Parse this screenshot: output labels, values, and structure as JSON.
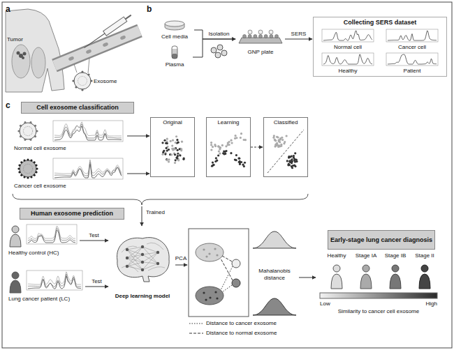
{
  "diagram": {
    "nodes": [
      {
        "text": [
          "Cell media"
        ]
      },
      {
        "text": [
          "Plasma"
        ]
      },
      {
        "text": [
          "GNP plate"
        ]
      },
      {
        "text": [
          "Collecting SERS dataset"
        ]
      },
      {
        "text": [
          "Normal cell"
        ],
        "in": 3
      },
      {
        "text": [
          "Cancer cell"
        ],
        "in": 3
      },
      {
        "text": [
          "Healthy"
        ],
        "in": 3
      },
      {
        "text": [
          "Patient"
        ],
        "in": 3
      },
      {
        "text": [
          "Cell exosome classification"
        ]
      },
      {
        "text": [
          "Normal cell exosome"
        ]
      },
      {
        "text": [
          "Cancer cell exosome"
        ]
      },
      {
        "text": [
          "Original"
        ]
      },
      {
        "text": [
          "Learning"
        ]
      },
      {
        "text": [
          "Classified"
        ]
      },
      {
        "text": [
          "Human exosome prediction"
        ]
      },
      {
        "text": [
          "Healthy control (HC)"
        ]
      },
      {
        "text": [
          "Lung cancer patient (LC)"
        ]
      },
      {
        "text": [
          "Deep learning model"
        ]
      },
      {
        "text": [
          "Early-stage lung cancer diagnosis"
        ]
      }
    ],
    "edges": [
      {
        "from": 0,
        "to": 2,
        "label": "Isolation",
        "arrow": "to"
      },
      {
        "from": 1,
        "to": 2,
        "arrow": "to"
      },
      {
        "from": 2,
        "to": 3,
        "label": "SERS",
        "arrow": "to"
      },
      {
        "from": 9,
        "to": 11,
        "arrow": "to"
      },
      {
        "from": 10,
        "to": 11,
        "arrow": "to"
      },
      {
        "from": 12,
        "to": 13,
        "arrow": "to"
      },
      {
        "from": 15,
        "to": 17,
        "label": "Test",
        "arrow": "to"
      },
      {
        "from": 16,
        "to": 17,
        "label": "Test",
        "arrow": "to"
      }
    ],
    "labels": [
      "a",
      "Tumor",
      "Exosome",
      "b",
      "c",
      "Trained",
      "PCA",
      "Mahalanobis distance",
      "Healthy",
      "Stage IA",
      "Stage IB",
      "Stage II",
      "Low",
      "High",
      "Similarity to cancer cell exosome"
    ],
    "legend": [
      {
        "text": "Distance to cancer exosome"
      },
      {
        "text": "Distance to normal exosome"
      }
    ]
  }
}
